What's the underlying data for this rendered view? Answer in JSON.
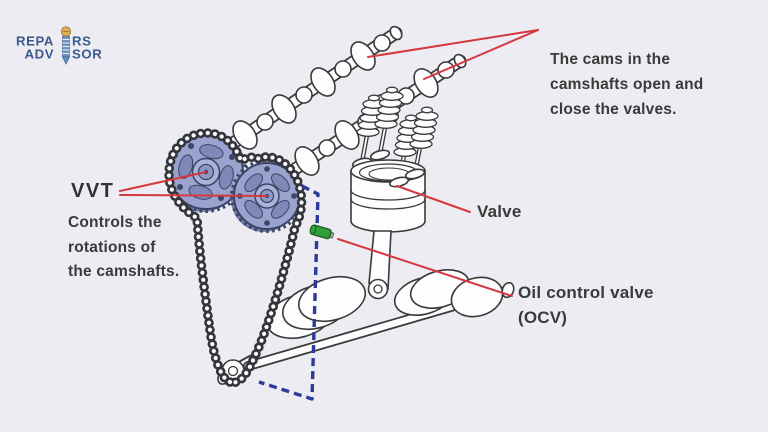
{
  "page": {
    "background": "#ececf2"
  },
  "logo": {
    "line1_left": "REPA",
    "line1_right": "RS",
    "line2_left": "ADV",
    "line2_right": "SOR",
    "text_color": "#3a5a8c",
    "screw_gold": "#dfb258"
  },
  "labels": {
    "cams_note": {
      "lines": [
        "The cams in the",
        "camshafts open and",
        "close the valves."
      ]
    },
    "vvt_title": "VVT",
    "vvt_desc": {
      "lines": [
        "Controls the",
        "rotations of",
        "the camshafts."
      ]
    },
    "valve": "Valve",
    "ocv": {
      "lines": [
        "Oil control valve",
        "(OCV)"
      ]
    }
  },
  "diagram_colors": {
    "leader_red": "#d5383e",
    "oil_passage_dashed_blue": "#2b3a9b",
    "vvt_sprocket_fill": "#9aa3ce",
    "vvt_sprocket_slot": "#7f88b6",
    "vvt_sprocket_outline": "#3b4566",
    "ocv_green": "#33a03e",
    "line_art": "#3a3a3a",
    "part_fill": "#fdfdfe"
  }
}
